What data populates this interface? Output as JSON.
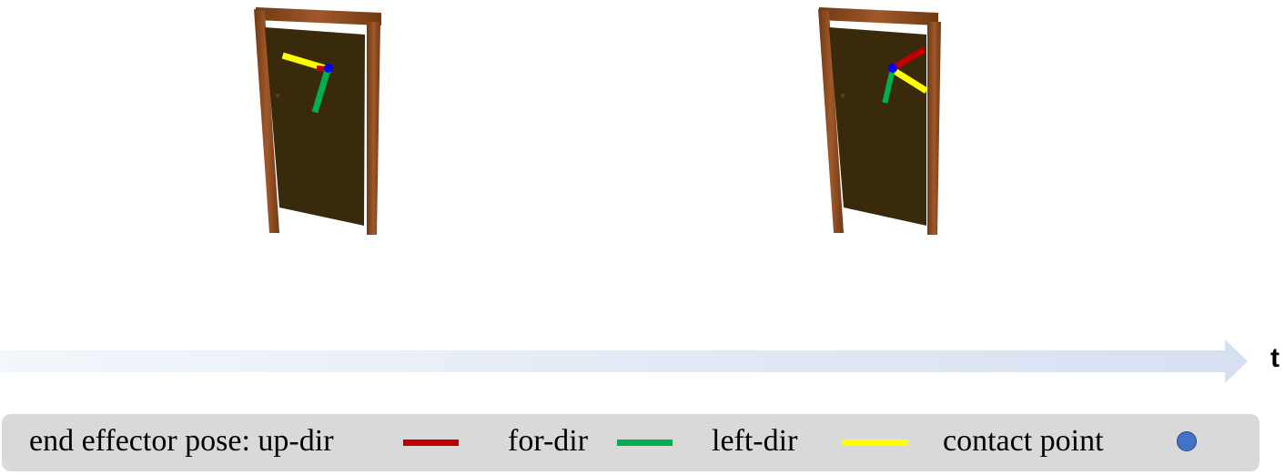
{
  "timeline": {
    "label": "t"
  },
  "legend": {
    "prefix": "end effector pose: up-dir",
    "for_label": "for-dir",
    "left_label": "left-dir",
    "contact_label": "contact point"
  },
  "colors": {
    "up_dir": "#c00000",
    "for_dir": "#00b050",
    "left_dir": "#ffff00",
    "contact_point": "#4472c4",
    "door_panel": "#3a2a0c",
    "door_frame": "#8b4a1e",
    "legend_bg": "#d9d9d9",
    "arrow": "#dde6f2"
  },
  "icons": [
    "door-frame-1",
    "door-frame-2",
    "timeline-arrow",
    "contact-point-dot"
  ]
}
